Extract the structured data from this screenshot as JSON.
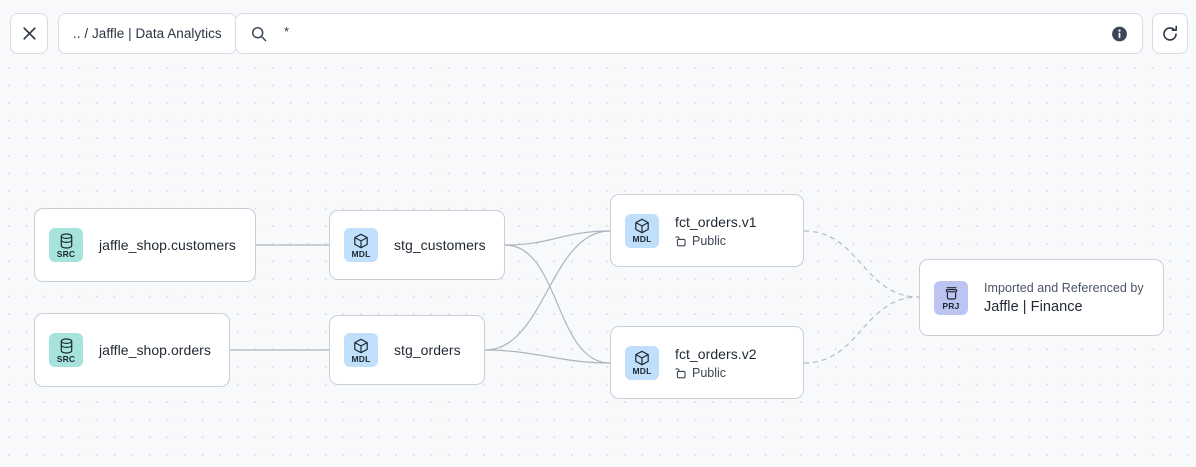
{
  "toolbar": {
    "close_label": "close-icon",
    "breadcrumb": ".. / Jaffle | Data Analytics",
    "search_value": "*",
    "search_icon": "search-icon",
    "info_icon": "info-icon",
    "refresh_icon": "refresh-icon"
  },
  "colors": {
    "canvas_bg": "#f7f9fb",
    "grid_dot": "#dcdfe6",
    "node_bg": "#ffffff",
    "node_border": "#c9cfd8",
    "badge_src": "#a5e3dc",
    "badge_mdl": "#bfdffb",
    "badge_prj": "#bcc4f2",
    "edge_solid": "#aeb4bf",
    "edge_dashed": "#b9bec9",
    "text_primary": "#1f2733"
  },
  "graph": {
    "nodes": [
      {
        "id": "src-customers",
        "type_code": "SRC",
        "icon": "database-icon",
        "title": "jaffle_shop.customers",
        "subtitle": null,
        "kicker": null
      },
      {
        "id": "src-orders",
        "type_code": "SRC",
        "icon": "database-icon",
        "title": "jaffle_shop.orders",
        "subtitle": null,
        "kicker": null
      },
      {
        "id": "mdl-stg-customers",
        "type_code": "MDL",
        "icon": "cube-icon",
        "title": "stg_customers",
        "subtitle": null,
        "kicker": null
      },
      {
        "id": "mdl-stg-orders",
        "type_code": "MDL",
        "icon": "cube-icon",
        "title": "stg_orders",
        "subtitle": null,
        "kicker": null
      },
      {
        "id": "mdl-fct-orders-v1",
        "type_code": "MDL",
        "icon": "cube-icon",
        "title": "fct_orders.v1",
        "subtitle": "Public",
        "subtitle_icon": "unlock-icon",
        "kicker": null
      },
      {
        "id": "mdl-fct-orders-v2",
        "type_code": "MDL",
        "icon": "cube-icon",
        "title": "fct_orders.v2",
        "subtitle": "Public",
        "subtitle_icon": "unlock-icon",
        "kicker": null
      },
      {
        "id": "prj-jaffle-finance",
        "type_code": "PRJ",
        "icon": "project-icon",
        "kicker": "Imported and Referenced by",
        "title": "Jaffle | Finance",
        "subtitle": null
      }
    ],
    "edges": [
      {
        "from": "src-customers",
        "to": "mdl-stg-customers",
        "style": "solid"
      },
      {
        "from": "src-orders",
        "to": "mdl-stg-orders",
        "style": "solid"
      },
      {
        "from": "mdl-stg-customers",
        "to": "mdl-fct-orders-v1",
        "style": "solid"
      },
      {
        "from": "mdl-stg-customers",
        "to": "mdl-fct-orders-v2",
        "style": "solid"
      },
      {
        "from": "mdl-stg-orders",
        "to": "mdl-fct-orders-v1",
        "style": "solid"
      },
      {
        "from": "mdl-stg-orders",
        "to": "mdl-fct-orders-v2",
        "style": "solid"
      },
      {
        "from": "mdl-fct-orders-v1",
        "to": "prj-jaffle-finance",
        "style": "dashed"
      },
      {
        "from": "mdl-fct-orders-v2",
        "to": "prj-jaffle-finance",
        "style": "dashed"
      }
    ]
  }
}
